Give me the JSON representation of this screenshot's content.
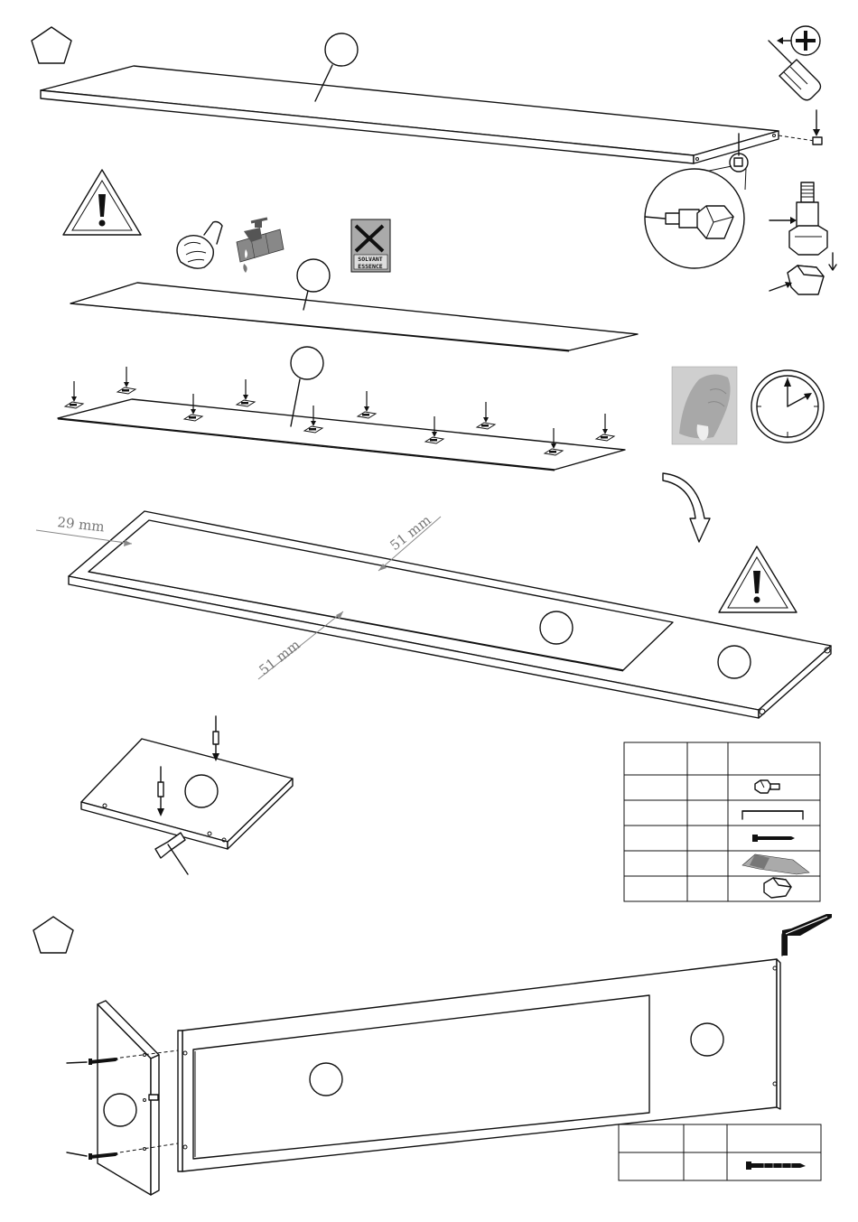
{
  "dimensions": {
    "top_margin": "29 mm",
    "side_margin_top": "51 mm",
    "side_margin_bottom": "51 mm"
  },
  "symbols": {
    "solvent_line1": "SOLVANT",
    "solvent_line2": "ESSENCE"
  },
  "icons": [
    "pentagon-icon",
    "screwdriver-icon",
    "phillips-icon",
    "warning-icon",
    "wipe-cloth-icon",
    "water-tap-icon",
    "no-solvent-icon",
    "thumb-press-photo",
    "clock-icon",
    "rotate-arrow-icon",
    "allen-key-icon"
  ],
  "parts_tables": {
    "table1_rows": 5,
    "table2_rows": 1
  }
}
